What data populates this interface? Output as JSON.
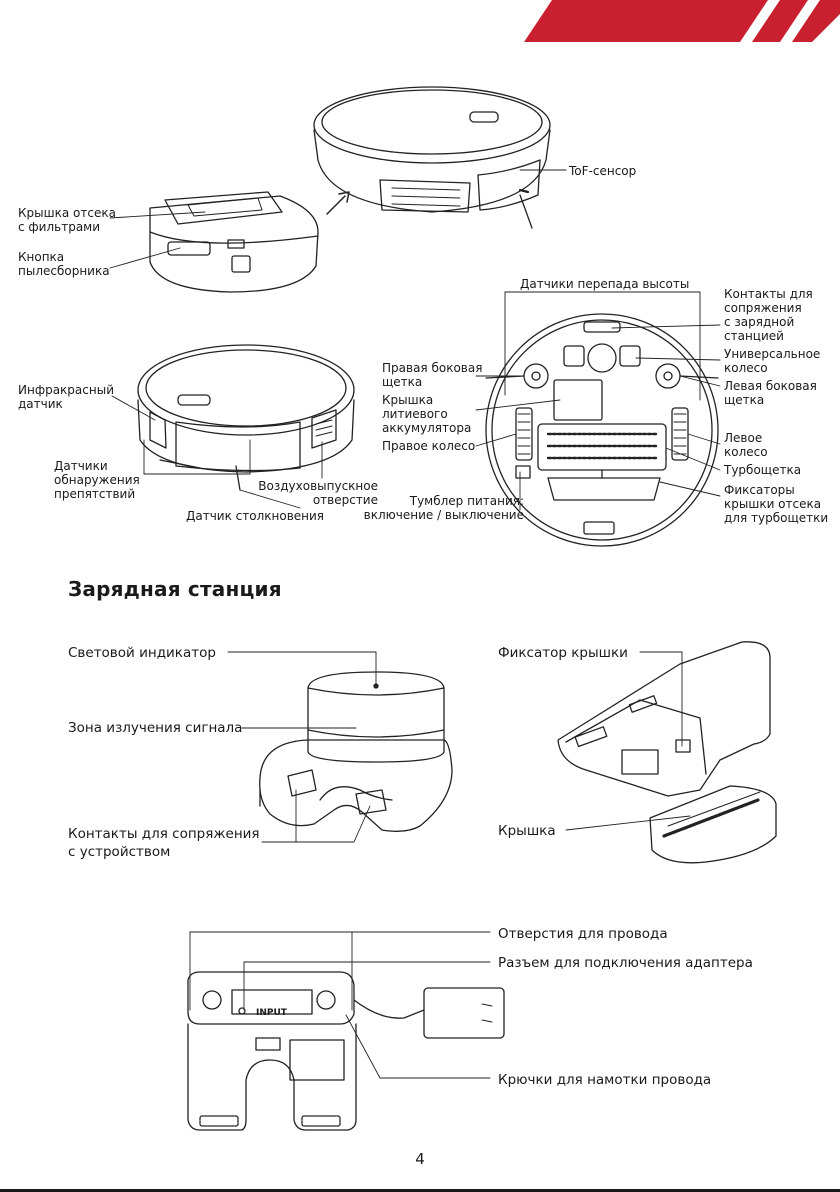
{
  "brand_color": "#c8202e",
  "labels": {
    "filter_cover": "Крышка отсека\nс фильтрами",
    "dustbin_button": "Кнопка\nпылесборника",
    "tof_sensor": "ToF-сенсор",
    "cliff_sensors": "Датчики перепада высоты",
    "charging_contacts": "Контакты для\nсопряжения\nс зарядной\nстанцией",
    "universal_wheel": "Универсальное\nколесо",
    "left_side_brush": "Левая боковая\nщетка",
    "right_side_brush": "Правая боковая\nщетка",
    "battery_cover": "Крышка\nлитиевого\nаккумулятора",
    "right_wheel": "Правое колесо",
    "left_wheel": "Левое\nколесо",
    "turbo_brush": "Турбощетка",
    "turbo_latches": "Фиксаторы\nкрышки отсека\nдля турбощетки",
    "infrared_sensor": "Инфракрасный\nдатчик",
    "obstacle_sensors": "Датчики\nобнаружения\nпрепятствий",
    "air_outlet": "Воздуховыпускное\nотверстие",
    "bump_sensor": "Датчик столкновения",
    "power_switch": "Тумблер питания:\nвключение / выключение"
  },
  "station": {
    "heading": "Зарядная станция",
    "light_indicator": "Световой индикатор",
    "signal_zone": "Зона излучения сигнала",
    "device_contacts": "Контакты для сопряжения\nс устройством",
    "cover_latch": "Фиксатор крышки",
    "cover": "Крышка",
    "cable_holes": "Отверстия для провода",
    "adapter_port": "Разъем для подключения адаптера",
    "cable_hooks": "Крючки для намотки провода",
    "input_marking": "INPUT"
  },
  "page_number": "4"
}
